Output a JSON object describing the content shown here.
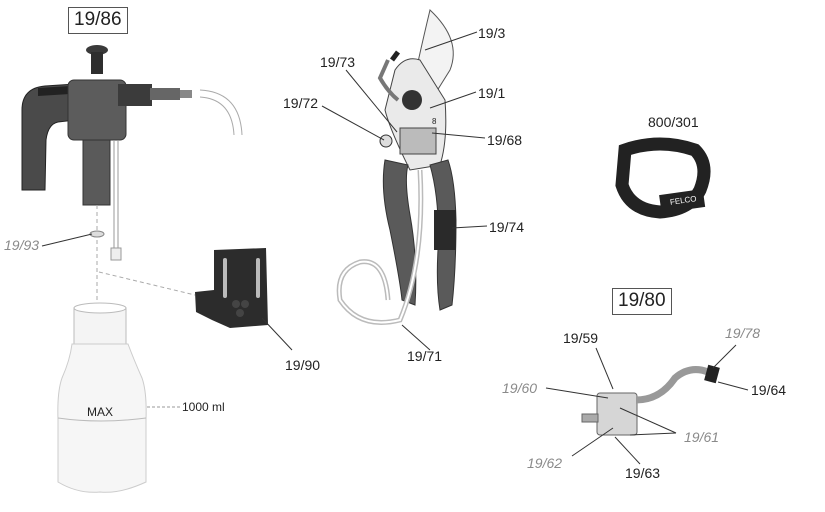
{
  "kits": {
    "sprayer": "19/86",
    "head": "19/80"
  },
  "labels": {
    "p19_93": "19/93",
    "p19_90": "19/90",
    "max": "MAX",
    "volume": "1000 ml",
    "p19_3": "19/3",
    "p19_73": "19/73",
    "p19_1": "19/1",
    "p19_72": "19/72",
    "p19_68": "19/68",
    "p19_74": "19/74",
    "p19_71": "19/71",
    "p800_301": "800/301",
    "p19_59": "19/59",
    "p19_78": "19/78",
    "p19_60": "19/60",
    "p19_64": "19/64",
    "p19_61": "19/61",
    "p19_62": "19/62",
    "p19_63": "19/63"
  },
  "markings": {
    "strap_brand": "FELCO",
    "blade_mark": "8"
  },
  "colors": {
    "dark": "#2b2b2b",
    "mid": "#5a5a5a",
    "light": "#d8d8d8",
    "secondary_label": "#8a8a8a"
  }
}
